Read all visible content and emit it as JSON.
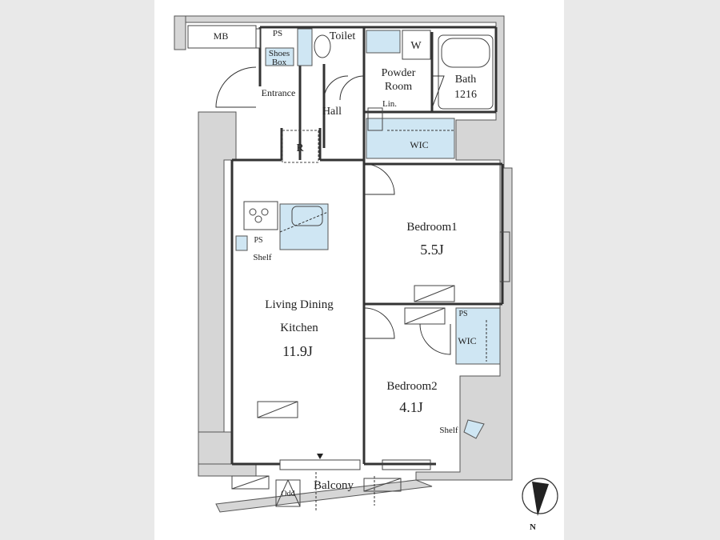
{
  "labels": {
    "mb": "MB",
    "ps_top": "PS",
    "toilet": "Toilet",
    "w": "W",
    "shoes_line1": "Shoes",
    "shoes_line2": "Box",
    "entrance": "Entrance",
    "powder_line1": "Powder",
    "powder_line2": "Room",
    "bath_line1": "Bath",
    "bath_line2": "1216",
    "lin": "Lin.",
    "hall": "Hall",
    "r": "R",
    "wic_top": "WIC",
    "bedroom1_name": "Bedroom1",
    "bedroom1_size": "5.5J",
    "ps_kitchen": "PS",
    "shelf_kitchen": "Shelf",
    "ldk_line1": "Living Dining",
    "ldk_line2": "Kitchen",
    "ldk_size": "11.9J",
    "ps_bed2": "PS",
    "wic_bed2": "WIC",
    "bedroom2_name": "Bedroom2",
    "bedroom2_size": "4.1J",
    "shelf_bed2": "Shelf",
    "balcony": "Balcony",
    "odd": "Odd",
    "north": "N"
  },
  "colors": {
    "background": "#e9e9e9",
    "wall": "#d6d6d6",
    "storage_fill": "#cfe6f3",
    "line": "#333333"
  }
}
